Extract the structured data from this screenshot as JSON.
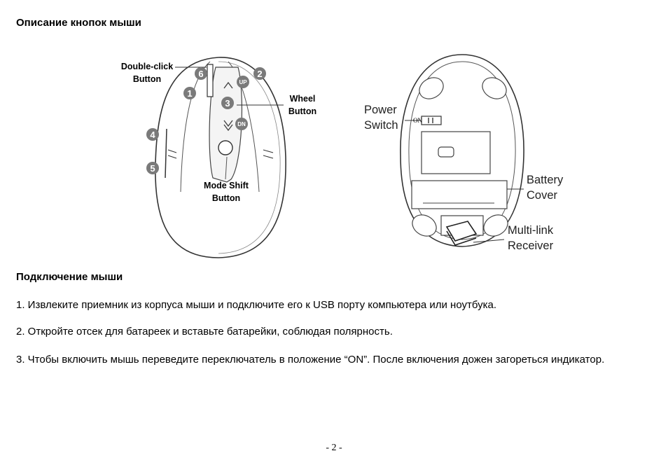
{
  "sections": {
    "buttons_title": "Описание кнопок мыши",
    "connect_title": "Подключение мыши"
  },
  "figure_top": {
    "labels": {
      "double_click": "Double-click Button",
      "wheel": "Wheel Button",
      "mode_shift": "Mode Shift Button"
    },
    "markers": [
      "1",
      "2",
      "3",
      "4",
      "5",
      "6",
      "UP",
      "DN"
    ]
  },
  "figure_bottom": {
    "labels": {
      "power_switch": "Power Switch",
      "battery_cover": "Battery Cover",
      "receiver": "Multi-link Receiver"
    },
    "switch_text": "ON"
  },
  "steps": [
    "1. Извлеките приемник из корпуса мыши и подключите его к USB порту компьютера или ноутбука.",
    "2. Откройте отсек для батареек и вставьте батарейки, соблюдая полярность.",
    "3. Чтобы включить мышь переведите переключатель в положение “ON”. После включения дожен загореться индикатор."
  ],
  "page_number": "- 2 -"
}
